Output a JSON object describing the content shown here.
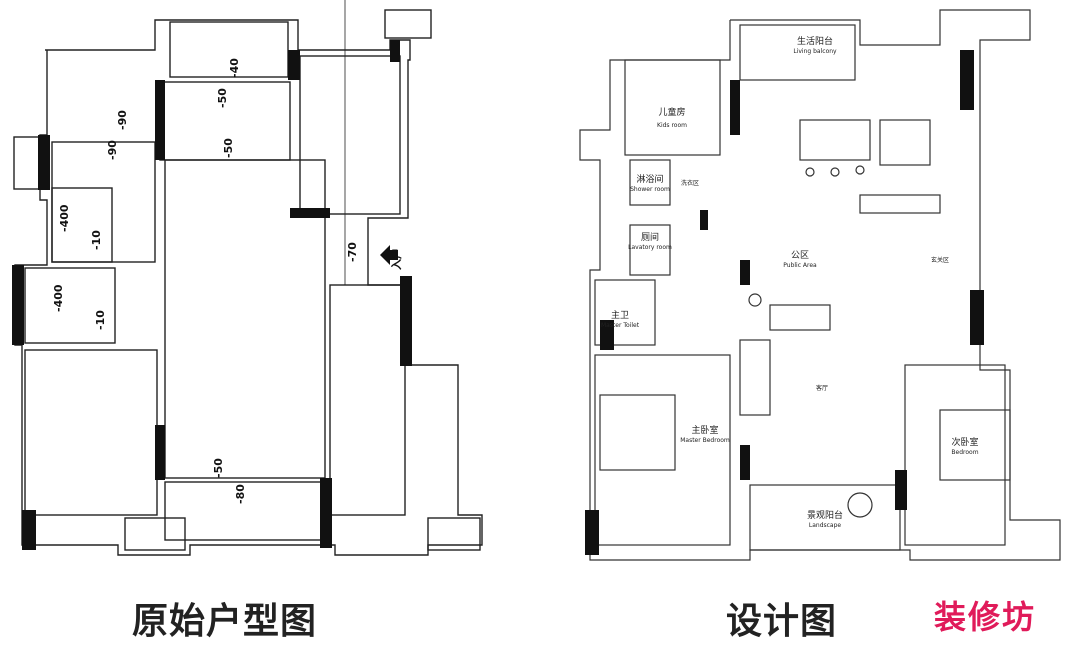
{
  "original_plan": {
    "caption": "原始户型图",
    "entrance_label": "入户",
    "elevation_marks": [
      "-40",
      "-50",
      "-50",
      "-90",
      "-90",
      "-400",
      "-10",
      "-400",
      "-10",
      "-70",
      "-50",
      "-80"
    ]
  },
  "design_plan": {
    "caption": "设计图",
    "rooms": {
      "kids_room": {
        "zh": "儿童房",
        "en": "Kids room"
      },
      "living_balcony": {
        "zh": "生活阳台",
        "en": "Living balcony"
      },
      "shower_room": {
        "zh": "淋浴间",
        "en": "Shower room"
      },
      "lavatory": {
        "zh": "厕间",
        "en": "Lavatory room"
      },
      "public_area": {
        "zh": "公区",
        "en": "Public Area"
      },
      "master_toilet": {
        "zh": "主卫",
        "en": "Master Toilet"
      },
      "master_bedroom": {
        "zh": "主卧室",
        "en": "Master Bedroom"
      },
      "bedroom": {
        "zh": "次卧室",
        "en": "Bedroom"
      },
      "landscape": {
        "zh": "景观阳台",
        "en": "Landscape"
      },
      "living_room": {
        "zh": "客厅",
        "en": ""
      },
      "entry_zone": {
        "zh": "玄关区",
        "en": ""
      },
      "laundry": {
        "zh": "洗衣区",
        "en": ""
      }
    }
  },
  "watermark": "装修坊",
  "colors": {
    "wall": "#111111",
    "line": "#333333",
    "watermark": "#e01b5a"
  }
}
